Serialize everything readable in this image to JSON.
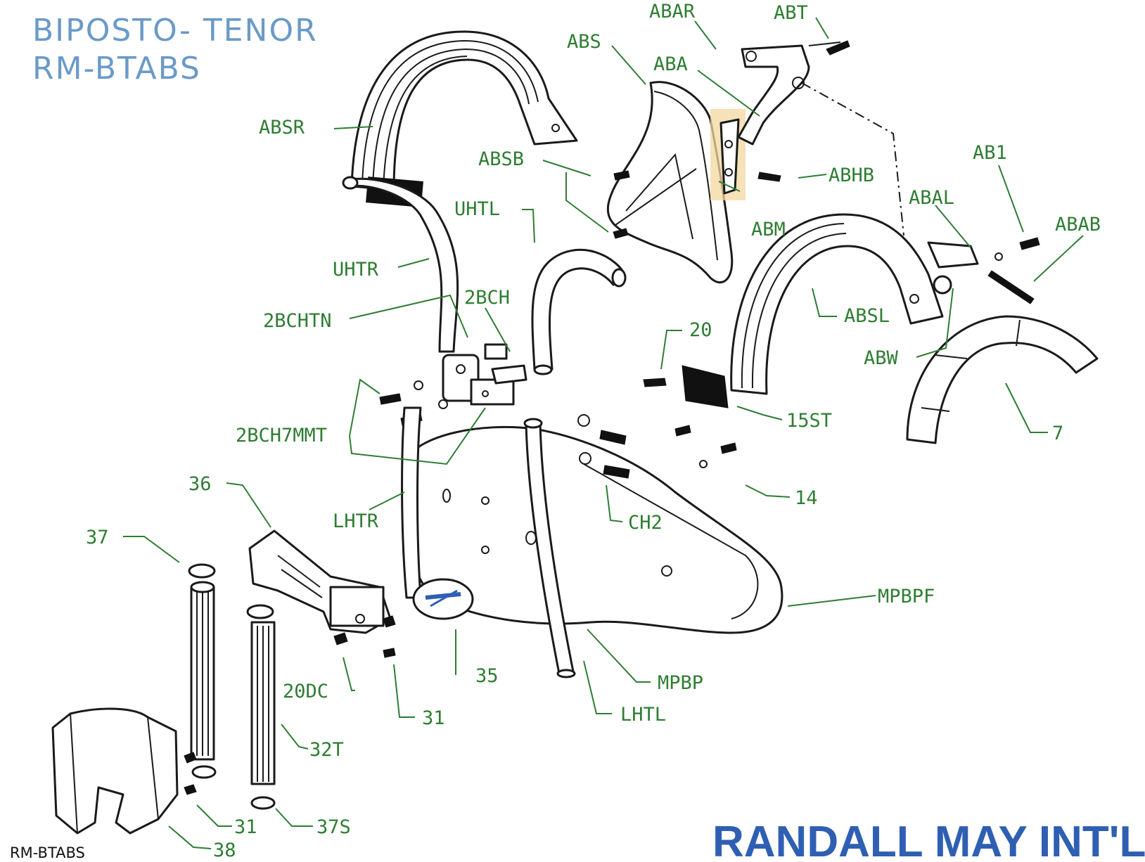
{
  "title": {
    "line1": "BIPOSTO- TENOR",
    "line2": "RM-BTABS"
  },
  "footer_model": "RM-BTABS",
  "brand": "RANDALL MAY INT'L.",
  "colors": {
    "callout": "#2e7d32",
    "title": "#6a9ac8",
    "brand": "#2f5fb3",
    "highlight": "#f3d7a0"
  },
  "labels": {
    "ABAR": "ABAR",
    "ABT": "ABT",
    "ABS": "ABS",
    "ABA": "ABA",
    "ABSR": "ABSR",
    "ABSB": "ABSB",
    "ABHB": "ABHB",
    "AB1": "AB1",
    "ABAL": "ABAL",
    "UHTL": "UHTL",
    "ABM": "ABM",
    "ABAB": "ABAB",
    "UHTR": "UHTR",
    "2BCH": "2BCH",
    "2BCHTN": "2BCHTN",
    "ABSL": "ABSL",
    "20": "20",
    "ABW": "ABW",
    "2BCH7MMT": "2BCH7MMT",
    "15ST": "15ST",
    "7": "7",
    "36": "36",
    "14": "14",
    "LHTR": "LHTR",
    "CH2": "CH2",
    "37": "37",
    "MPBPF": "MPBPF",
    "35": "35",
    "MPBP": "MPBP",
    "20DC": "20DC",
    "31a": "31",
    "LHTL": "LHTL",
    "32T": "32T",
    "31b": "31",
    "37S": "37S",
    "38": "38"
  }
}
